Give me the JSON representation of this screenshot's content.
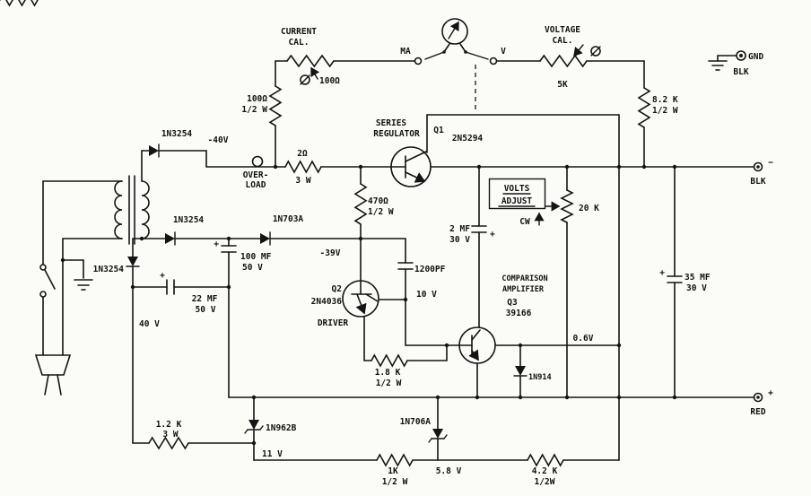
{
  "colors": {
    "ink": "#141414",
    "paper": "#fbfbf8"
  },
  "top": {
    "current_cal": [
      "CURRENT",
      "CAL."
    ],
    "pot_current_value": "100Ω",
    "ma": "MA",
    "v": "V",
    "voltage_cal": [
      "VOLTAGE",
      "CAL."
    ],
    "pot_voltage_value": "5K",
    "gnd": "GND",
    "gnd_wire": "BLK",
    "r_100": [
      "100Ω",
      "1/2 W"
    ],
    "r_8_2k": [
      "8.2 K",
      "1/2 W"
    ]
  },
  "input": {
    "d1": "1N3254",
    "v_minus40": "-40V",
    "overload": [
      "OVER-",
      "LOAD"
    ],
    "r_2": [
      "2Ω",
      "3 W"
    ],
    "d2": "1N3254",
    "c_100mf_plus": "+",
    "c_100mf": [
      "100 MF",
      "50 V"
    ],
    "d3": "1N3254",
    "c_22mf_plus": "+",
    "c_22mf": [
      "22 MF",
      "50 V"
    ],
    "v_40": "40 V"
  },
  "regulator": {
    "series": [
      "SERIES",
      "REGULATOR"
    ],
    "q1": [
      "Q1",
      "2N5294"
    ],
    "d_703": "1N703A",
    "v_minus39": "-39V",
    "r_470": [
      "470Ω",
      "1/2 W"
    ],
    "q2": [
      "Q2",
      "2N4036"
    ],
    "q2_role": "DRIVER",
    "c_1200": "1200PF",
    "v_10": "10 V",
    "r_1_8k": [
      "1.8 K",
      "1/2 W"
    ]
  },
  "control": {
    "volts_adjust": [
      "VOLTS",
      "ADJUST"
    ],
    "cw": "CW",
    "r_20k": "20 K",
    "c_2mf": [
      "2 MF",
      "30 V"
    ],
    "c_2mf_plus": "+",
    "comp": [
      "COMPARISON",
      "AMPLIFIER"
    ],
    "q3": [
      "Q3",
      "39166"
    ],
    "v_0_6": "0.6V",
    "d_914": "1N914"
  },
  "output": {
    "c_35mf_plus": "+",
    "c_35mf": [
      "35 MF",
      "30 V"
    ],
    "blk_sign": "−",
    "blk": "BLK",
    "red_sign": "+",
    "red": "RED"
  },
  "bottom": {
    "r_1_2k": [
      "1.2 K",
      "3 W"
    ],
    "d_962": "1N962B",
    "v_11": "11 V",
    "d_706": "1N706A",
    "v_5_8": "5.8 V",
    "r_1k": [
      "1K",
      "1/2 W"
    ],
    "r_4_2k": [
      "4.2 K",
      "1/2W"
    ]
  }
}
